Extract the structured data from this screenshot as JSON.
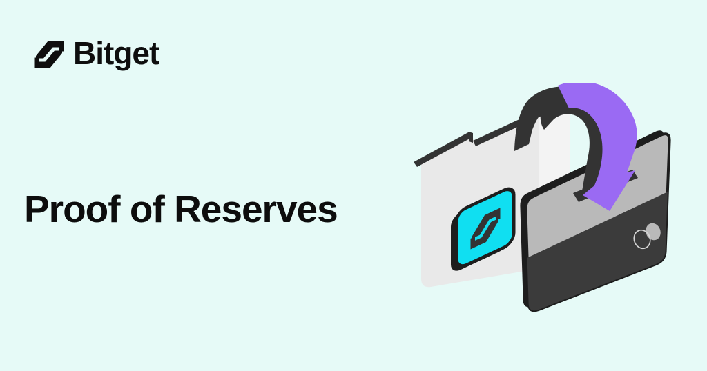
{
  "banner": {
    "background_color": "#e6faf7"
  },
  "brand": {
    "name": "Bitget",
    "logo_icon": "bitget-spark-icon",
    "color": "#0e0e0e"
  },
  "headline": {
    "title": "Proof of Reserves",
    "color": "#0d0d0d"
  },
  "illustration": {
    "name": "deposit-into-card-isometric-illustration",
    "elements": {
      "sheet": "document-sheet",
      "badge": "bitget-cyan-badge",
      "card": "bank-card-with-dual-circles",
      "arrow": "curved-transfer-arrow"
    },
    "colors": {
      "accent_purple": "#9a6af3",
      "accent_cyan": "#10dff1",
      "dark": "#333333",
      "card_gray": "#b9b9b9",
      "card_dark": "#3b3b3b",
      "card_rim": "#1d1d1d",
      "sheet_gray": "#e9e9e9",
      "sheet_highlight": "#f3f3f3",
      "circle_fill": "#b9b9b9",
      "circle_stroke": "#d5d5d5"
    }
  }
}
